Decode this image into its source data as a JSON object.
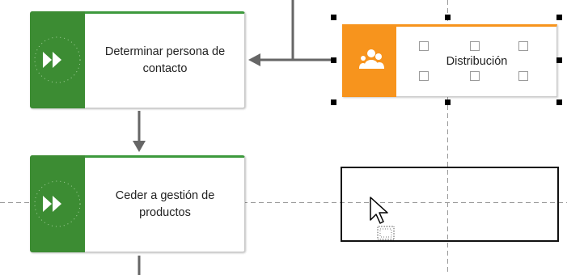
{
  "canvas": {
    "steps": [
      {
        "label": "Determinar persona de contacto",
        "icon": "double-chevron-right-icon"
      },
      {
        "label": "Ceder a gestión de productos",
        "icon": "double-chevron-right-icon"
      }
    ],
    "role": {
      "label": "Distribución",
      "icon": "people-group-icon"
    },
    "cursor": {
      "icon": "mouse-pointer-icon",
      "drop_indicator": "dotted-drop-box-icon"
    }
  },
  "colors": {
    "step_green": "#3c8c33",
    "step_border_top": "#3d9a3d",
    "role_orange": "#f7941d",
    "connector_gray": "#666666",
    "guide_gray": "#9a9a9a",
    "selection_black": "#000000"
  }
}
